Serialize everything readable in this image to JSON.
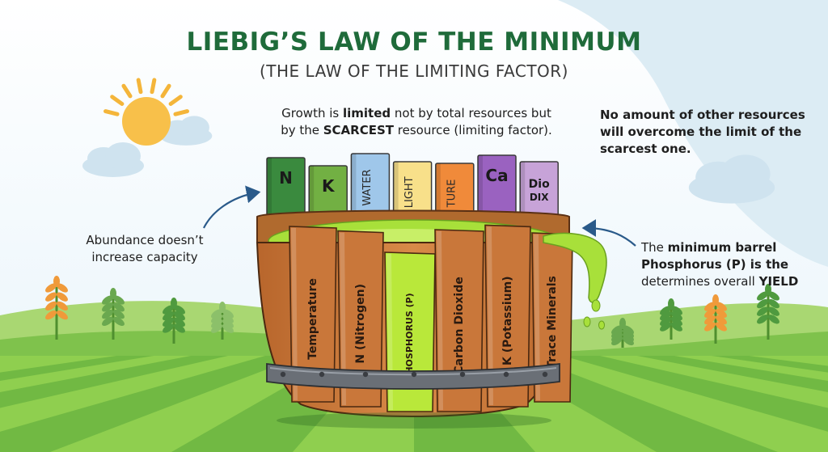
{
  "title": "LIEBIG’S LAW OF THE MINIMUM",
  "subtitle": "(THE LAW OF THE LIMITING FACTOR)",
  "top_text": {
    "line1_a": "Growth is ",
    "line1_b": "limited",
    "line1_c": " not by total resources but",
    "line2_a": "by the ",
    "line2_b": "SCARCEST",
    "line2_c": " resource (limiting factor)."
  },
  "right_text": {
    "line1": "No amount of other resources",
    "line2": "will overcome the limit of the",
    "line3": "scarcest one."
  },
  "left_text": {
    "line1": "Abundance doesn’t",
    "line2": "increase capacity"
  },
  "yield_text": {
    "line1_a": "The ",
    "line1_b": "minimum barrel",
    "line2": "Phosphorus (P) is the",
    "line3_a": "determines overall ",
    "line3_b": "YIELD"
  },
  "back_staves": [
    {
      "label": "N",
      "color": "#3a8a3e",
      "level": 0.95,
      "vertical": false
    },
    {
      "label": "K",
      "color": "#72b043",
      "level": 0.85,
      "vertical": false
    },
    {
      "label": "WATER",
      "color": "#9fc7ea",
      "level": 1.0,
      "vertical": true
    },
    {
      "label": "LIGHT",
      "color": "#f8e08a",
      "level": 0.9,
      "vertical": true
    },
    {
      "label": "TURE",
      "color": "#f08a3a",
      "level": 0.88,
      "vertical": true
    },
    {
      "label": "Ca",
      "color": "#9a62c0",
      "level": 0.98,
      "vertical": false
    },
    {
      "label": "Dio",
      "label2": "DIX",
      "color": "#c7a3d8",
      "level": 0.9,
      "vertical": false
    }
  ],
  "front_staves": [
    {
      "label": "Temperature",
      "level": 0.95
    },
    {
      "label": "N (Nitrogen)",
      "level": 0.88
    },
    {
      "label": "PHOSPHORUS (P)",
      "level": 0.55,
      "minimum": true
    },
    {
      "label": "Carbon Dioxide",
      "level": 0.9
    },
    {
      "label": "K (Potassium)",
      "level": 0.97
    },
    {
      "label": "Trace Minerals",
      "level": 0.85
    }
  ],
  "colors": {
    "title": "#1f6b3a",
    "wood": "#c9773a",
    "wood_dark": "#8a4a1c",
    "water": "#a8e03a",
    "minimum_stave": "#b9e83a",
    "arrow": "#2a5a8a",
    "grass_light": "#8fcf4f",
    "grass_dark": "#5aa83a"
  },
  "icons": [
    "sun-icon",
    "cloud-icon",
    "wheat-icon",
    "sprout-icon",
    "arrow-icon"
  ]
}
